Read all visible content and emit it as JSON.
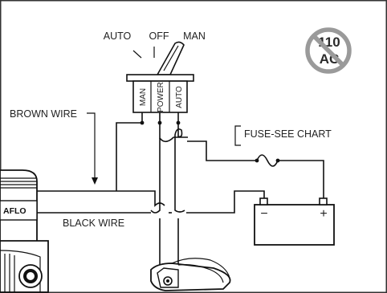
{
  "switch": {
    "positions": {
      "auto": "AUTO",
      "off": "OFF",
      "man": "MAN"
    },
    "terminals": [
      "MAN",
      "POWER",
      "AUTO"
    ]
  },
  "labels": {
    "brown_wire": "BROWN WIRE",
    "fuse": "FUSE-SEE CHART",
    "black_wire": "BLACK WIRE",
    "pump_brand_fragment": "AFLO"
  },
  "battery": {
    "negative": "−",
    "positive": "+"
  },
  "warning": {
    "line1": "110",
    "line2": "AC",
    "icon": "no-110ac-icon"
  },
  "colors": {
    "line": "#111111",
    "text": "#222222",
    "background": "#ffffff"
  }
}
